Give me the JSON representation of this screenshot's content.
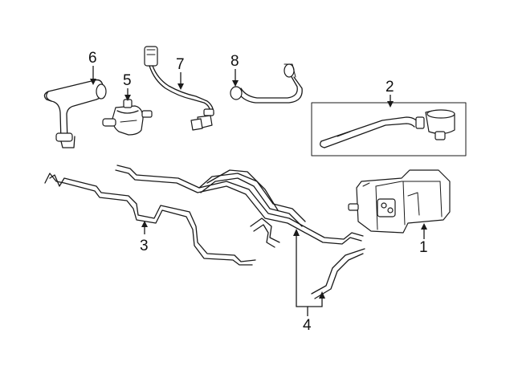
{
  "diagram": {
    "callouts": [
      {
        "id": "1",
        "label": "1"
      },
      {
        "id": "2",
        "label": "2"
      },
      {
        "id": "3",
        "label": "3"
      },
      {
        "id": "4",
        "label": "4"
      },
      {
        "id": "5",
        "label": "5"
      },
      {
        "id": "6",
        "label": "6"
      },
      {
        "id": "7",
        "label": "7"
      },
      {
        "id": "8",
        "label": "8"
      }
    ]
  },
  "colors": {
    "line": "#1a1a1a",
    "background": "#ffffff"
  }
}
